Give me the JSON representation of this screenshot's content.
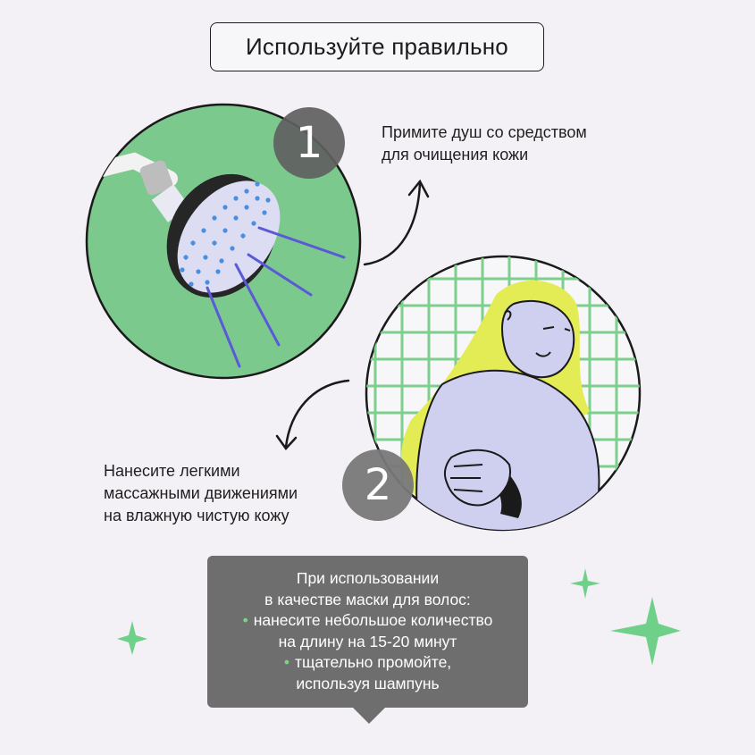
{
  "title": "Используйте правильно",
  "steps": [
    {
      "number": "1",
      "text_line1": "Примите душ со средством",
      "text_line2": "для очищения кожи"
    },
    {
      "number": "2",
      "text_line1": "Нанесите легкими",
      "text_line2": "массажными движениями",
      "text_line3": "на влажную чистую кожу"
    }
  ],
  "note": {
    "line1": "При использовании",
    "line2": "в качестве маски для волос:",
    "bullet1_line1": "нанесите небольшое количество",
    "bullet1_line2": "на длину на 15-20 минут",
    "bullet2_line1": "тщательно промойте,",
    "bullet2_line2": "используя шампунь",
    "bullet_glyph": "•"
  },
  "colors": {
    "background": "#f3f1f5",
    "green": "#7cc98e",
    "lavender": "#cfcff0",
    "hair": "#e4ec55",
    "tiles": "#7ccf8c",
    "note_bg": "#6e6e6e",
    "spray": "#5a5ad8"
  },
  "icons": [
    "shower-head-icon",
    "woman-illustration",
    "sparkle-icon",
    "curved-arrow-icon"
  ]
}
